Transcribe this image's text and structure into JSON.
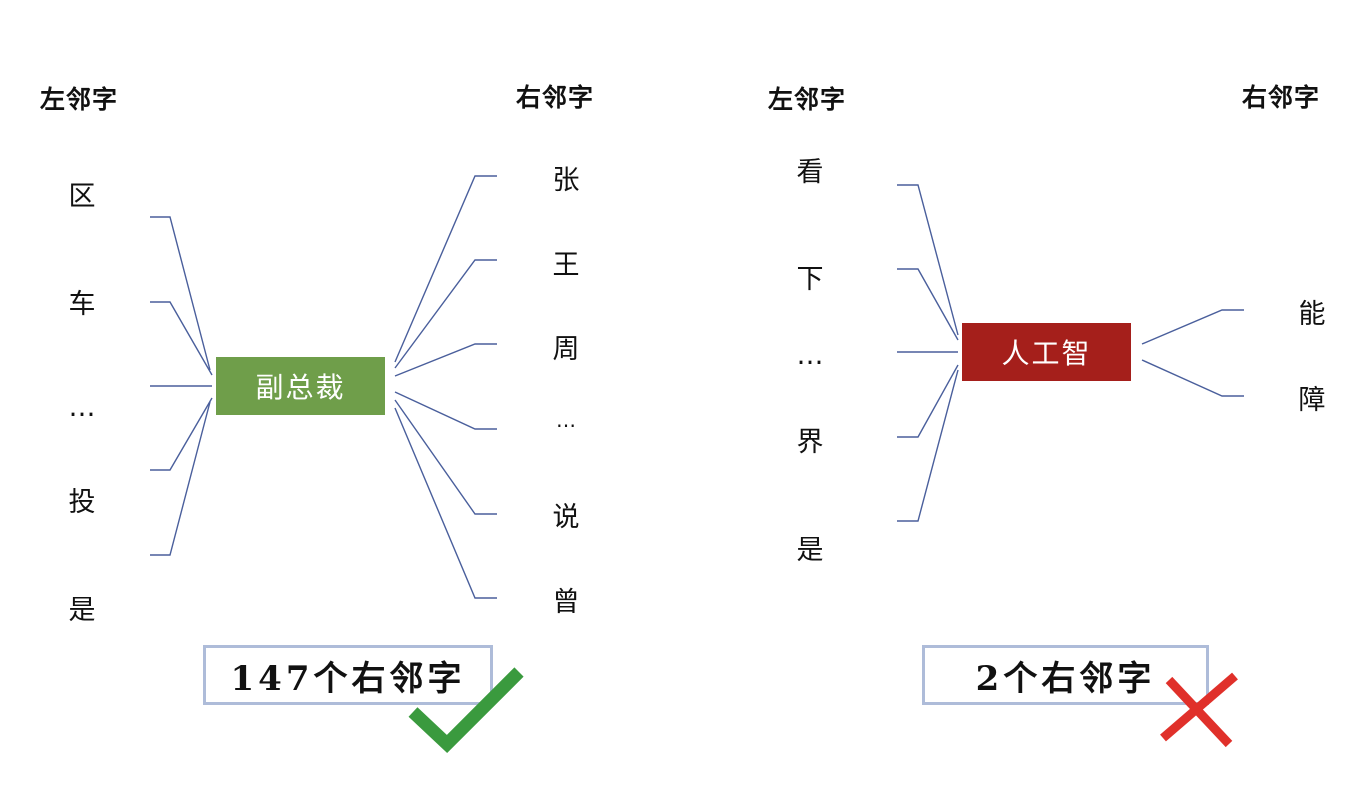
{
  "colors": {
    "line": "#4a5f9c",
    "left_box": "#6f9e4a",
    "right_box": "#a51f1b",
    "count_border": "#aebcd9",
    "check": "#3a9a3e",
    "cross": "#e0302a"
  },
  "left_panel": {
    "left_header": "左邻字",
    "right_header": "右邻字",
    "center_word": "副总裁",
    "left_chars": [
      "区",
      "车",
      "…",
      "投",
      "是"
    ],
    "right_chars": [
      "张",
      "王",
      "周",
      "…",
      "说",
      "曾"
    ],
    "count_label": "147个右邻字",
    "verdict_icon": "check-icon"
  },
  "right_panel": {
    "left_header": "左邻字",
    "right_header": "右邻字",
    "center_word": "人工智",
    "left_chars": [
      "看",
      "下",
      "…",
      "界",
      "是"
    ],
    "right_chars": [
      "能",
      "障"
    ],
    "count_label": "2个右邻字",
    "verdict_icon": "cross-icon"
  }
}
